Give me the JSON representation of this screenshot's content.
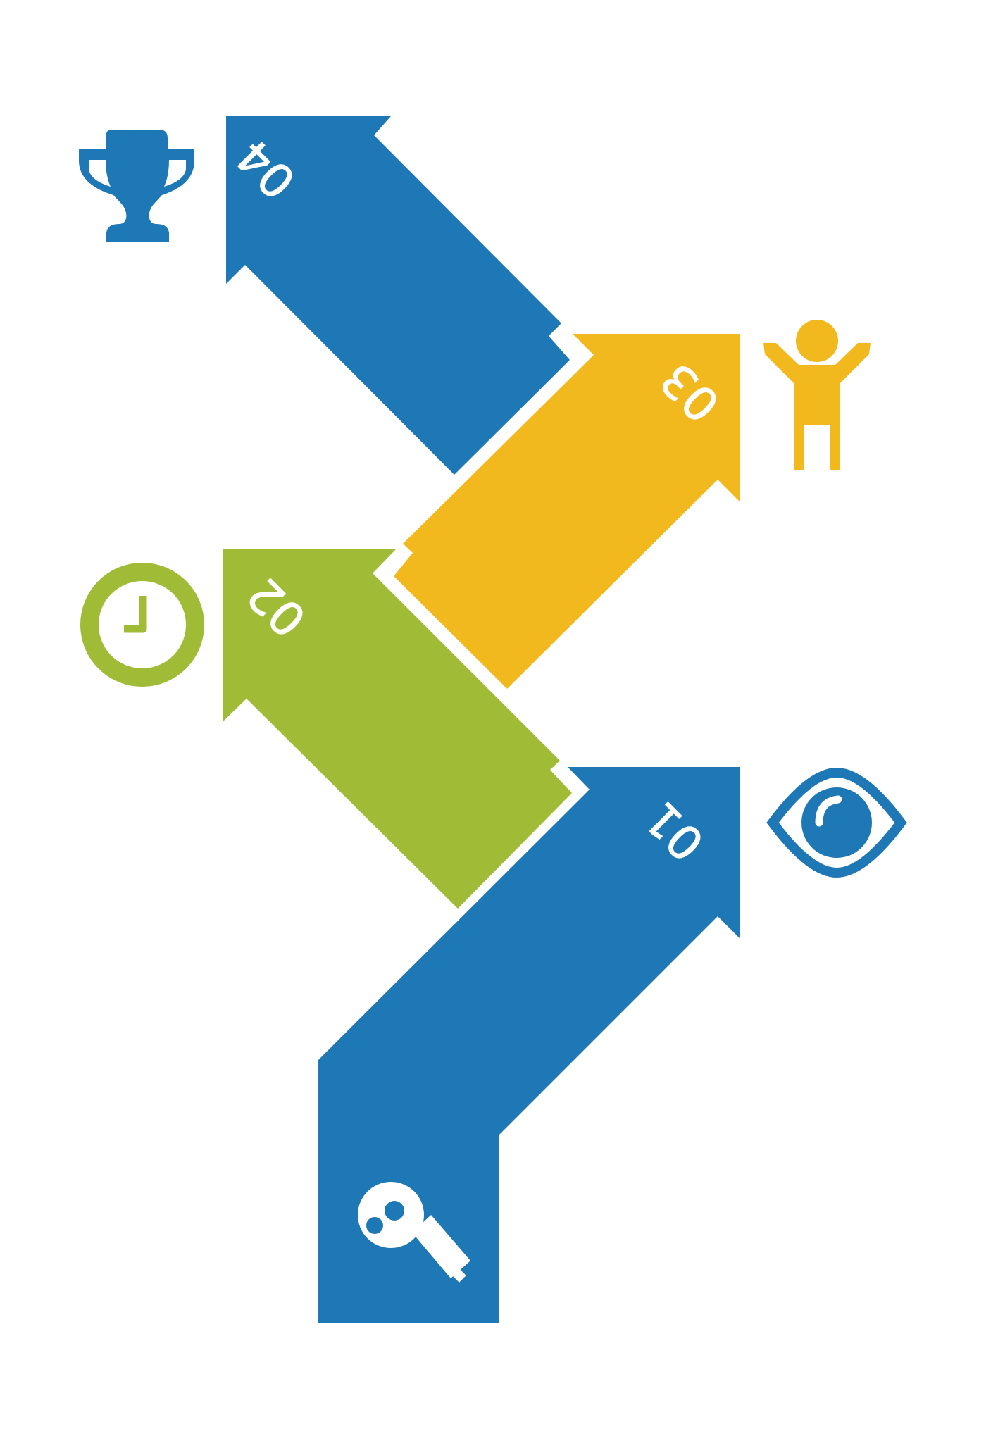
{
  "steps": [
    {
      "id": "step-01",
      "number": "01",
      "color": "#1f78b6",
      "icon": "eye-icon"
    },
    {
      "id": "step-02",
      "number": "02",
      "color": "#a0bc36",
      "icon": "clock-icon"
    },
    {
      "id": "step-03",
      "number": "03",
      "color": "#f2b91f",
      "icon": "person-arms-raised-icon"
    },
    {
      "id": "step-04",
      "number": "04",
      "color": "#1f78b6",
      "icon": "trophy-icon"
    }
  ],
  "start_icon": {
    "name": "key-icon",
    "color": "#ffffff"
  }
}
